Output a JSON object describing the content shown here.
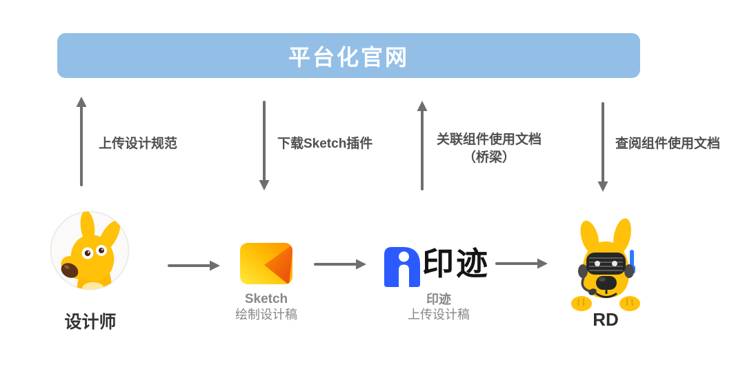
{
  "banner": {
    "label": "平台化官网",
    "bg_color": "#93BFE6",
    "text_color": "#FFFFFF"
  },
  "flows": [
    {
      "id": "upload-design-spec",
      "label": "上传设计规范",
      "direction": "up"
    },
    {
      "id": "download-sketch-plugin",
      "label": "下载Sketch插件",
      "direction": "down"
    },
    {
      "id": "link-component-docs",
      "label": "关联组件使用文档",
      "label_line2": "（桥梁）",
      "direction": "up"
    },
    {
      "id": "read-component-docs",
      "label": "查阅组件使用文档",
      "direction": "down"
    }
  ],
  "actors": {
    "designer": {
      "label": "设计师",
      "icon": "kangaroo-designer-avatar"
    },
    "sketch": {
      "title": "Sketch",
      "subtitle": "绘制设计稿",
      "icon": "sketch-m-logo"
    },
    "yinji": {
      "logo_text": "印迹",
      "title": "印迹",
      "subtitle": "上传设计稿",
      "icon": "yinji-logo-mark",
      "brand_color": "#2B5BFE"
    },
    "rd": {
      "label": "RD",
      "icon": "kangaroo-rd-robot-avatar"
    }
  },
  "colors": {
    "arrow_gray": "#6E6E6E",
    "flow_label_gray": "#4F4F4F",
    "caption_gray": "#878787",
    "banner_blue": "#93BFE6",
    "yinji_blue": "#2B5BFE",
    "mascot_yellow": "#FFC10A"
  }
}
